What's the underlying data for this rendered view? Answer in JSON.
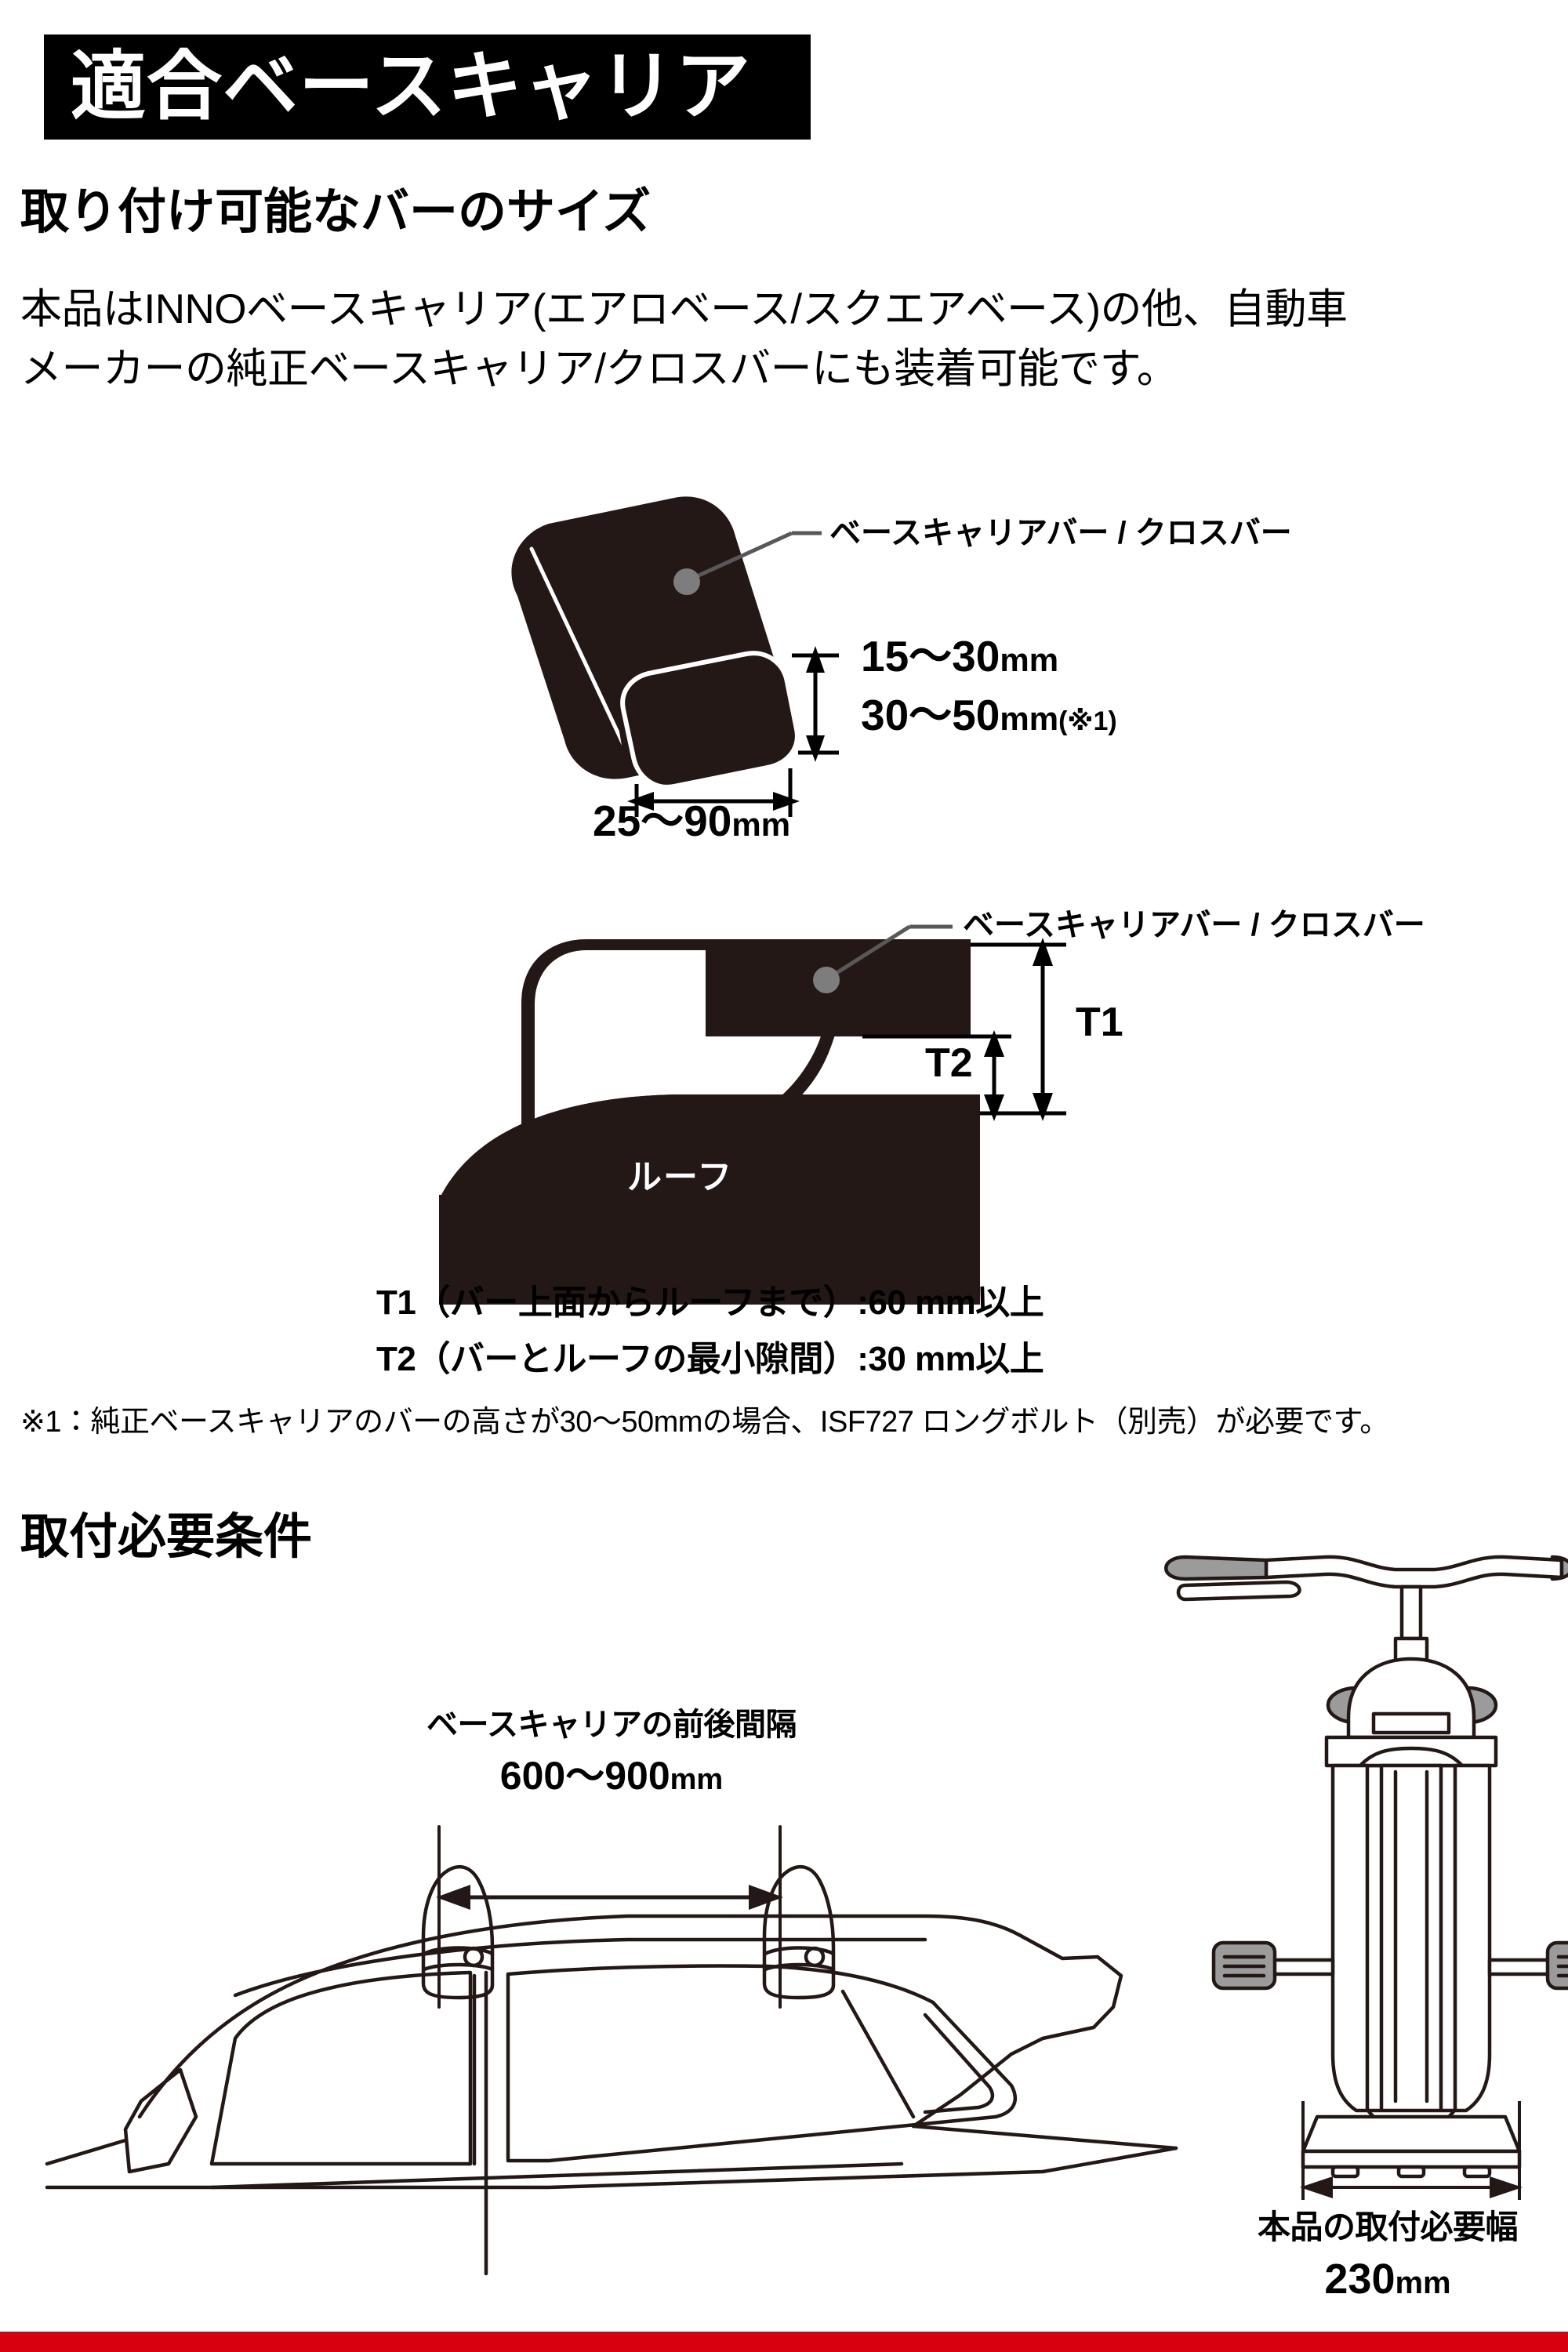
{
  "header": {
    "banner_title": "適合ベースキャリア"
  },
  "section_bar_size": {
    "heading": "取り付け可能なバーのサイズ",
    "intro_line1": "本品はINNOベースキャリア(エアロベース/スクエアベース)の他、自動車",
    "intro_line2": "メーカーの純正ベースキャリア/クロスバーにも装着可能です。"
  },
  "diagram_bar": {
    "callout": "ベースキャリアバー / クロスバー",
    "height_range_1": "15〜30",
    "height_range_1_unit": "mm",
    "height_range_2": "30〜50",
    "height_range_2_unit": "mm",
    "height_range_2_note": "(※1)",
    "width_range": "25〜90",
    "width_range_unit": "mm"
  },
  "diagram_roof": {
    "callout": "ベースキャリアバー / クロスバー",
    "roof_label": "ルーフ",
    "t1_mark": "T1",
    "t2_mark": "T2",
    "t1_desc": "T1（バー上面からルーフまで）:60 mm以上",
    "t2_desc": "T2（バーとルーフの最小隙間）:30 mm以上"
  },
  "footnote": {
    "text": "※1：純正ベースキャリアのバーの高さが30〜50mmの場合、ISF727 ロングボルト（別売）が必要です。"
  },
  "section_install": {
    "heading": "取付必要条件",
    "spacing_label": "ベースキャリアの前後間隔",
    "spacing_value": "600〜900",
    "spacing_unit": "mm",
    "width_label": "本品の取付必要幅",
    "width_value": "230",
    "width_unit": "mm"
  },
  "colors": {
    "banner_bg": "#000000",
    "banner_text": "#ffffff",
    "bar_fill": "#231815",
    "leader_line": "#595757",
    "accent_red": "#d7000f",
    "page_bg": "#ffffff"
  }
}
